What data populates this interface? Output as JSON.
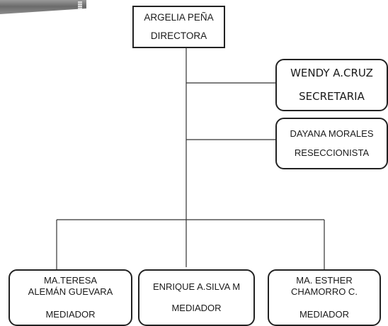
{
  "director": {
    "name": "ARGELIA PEÑA",
    "role": "DIRECTORA"
  },
  "secretary": {
    "name": "WENDY A.CRUZ",
    "role": "SECRETARIA"
  },
  "receptionist": {
    "name": "DAYANA MORALES",
    "role": "RESECCIONISTA"
  },
  "mediators": [
    {
      "name_line1": "MA.TERESA",
      "name_line2": "ALEMÁN GUEVARA",
      "role": "MEDIADOR"
    },
    {
      "name_line1": "ENRIQUE A.SILVA M",
      "name_line2": "",
      "role": "MEDIADOR"
    },
    {
      "name_line1": "MA. ESTHER",
      "name_line2": "CHAMORRO C.",
      "role": "MEDIADOR"
    }
  ]
}
